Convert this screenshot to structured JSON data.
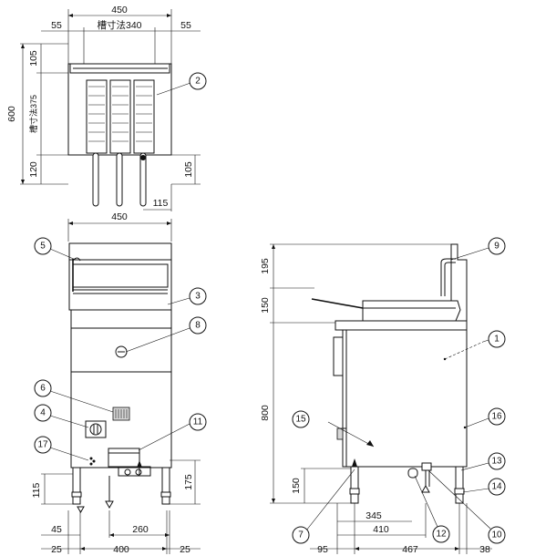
{
  "top_view": {
    "dims": {
      "width_total": "450",
      "left_margin": "55",
      "right_margin": "55",
      "tank_width": "槽寸法340",
      "depth_total": "600",
      "top_offset": "105",
      "tank_depth": "槽寸法375",
      "bottom_offset": "120",
      "right_lower": "105",
      "handle_offset": "115"
    }
  },
  "front_view": {
    "dims": {
      "width": "450",
      "leg_h_left": "115",
      "leg_h_right": "175",
      "leg_inset": "45",
      "leg_span_inner": "260",
      "left_margin": "25",
      "base_width": "400",
      "right_margin": "25"
    }
  },
  "side_view": {
    "dims": {
      "top_h": "195",
      "mid_h": "150",
      "body_h": "800",
      "leg_h": "150",
      "d1": "345",
      "d2": "410",
      "left_offset": "95",
      "depth": "467",
      "right_offset": "38"
    }
  },
  "callouts": {
    "c1": "1",
    "c2": "2",
    "c3": "3",
    "c4": "4",
    "c5": "5",
    "c6": "6",
    "c7": "7",
    "c8": "8",
    "c9": "9",
    "c10": "10",
    "c11": "11",
    "c12": "12",
    "c13": "13",
    "c14": "14",
    "c15": "15",
    "c16": "16",
    "c17": "17"
  }
}
